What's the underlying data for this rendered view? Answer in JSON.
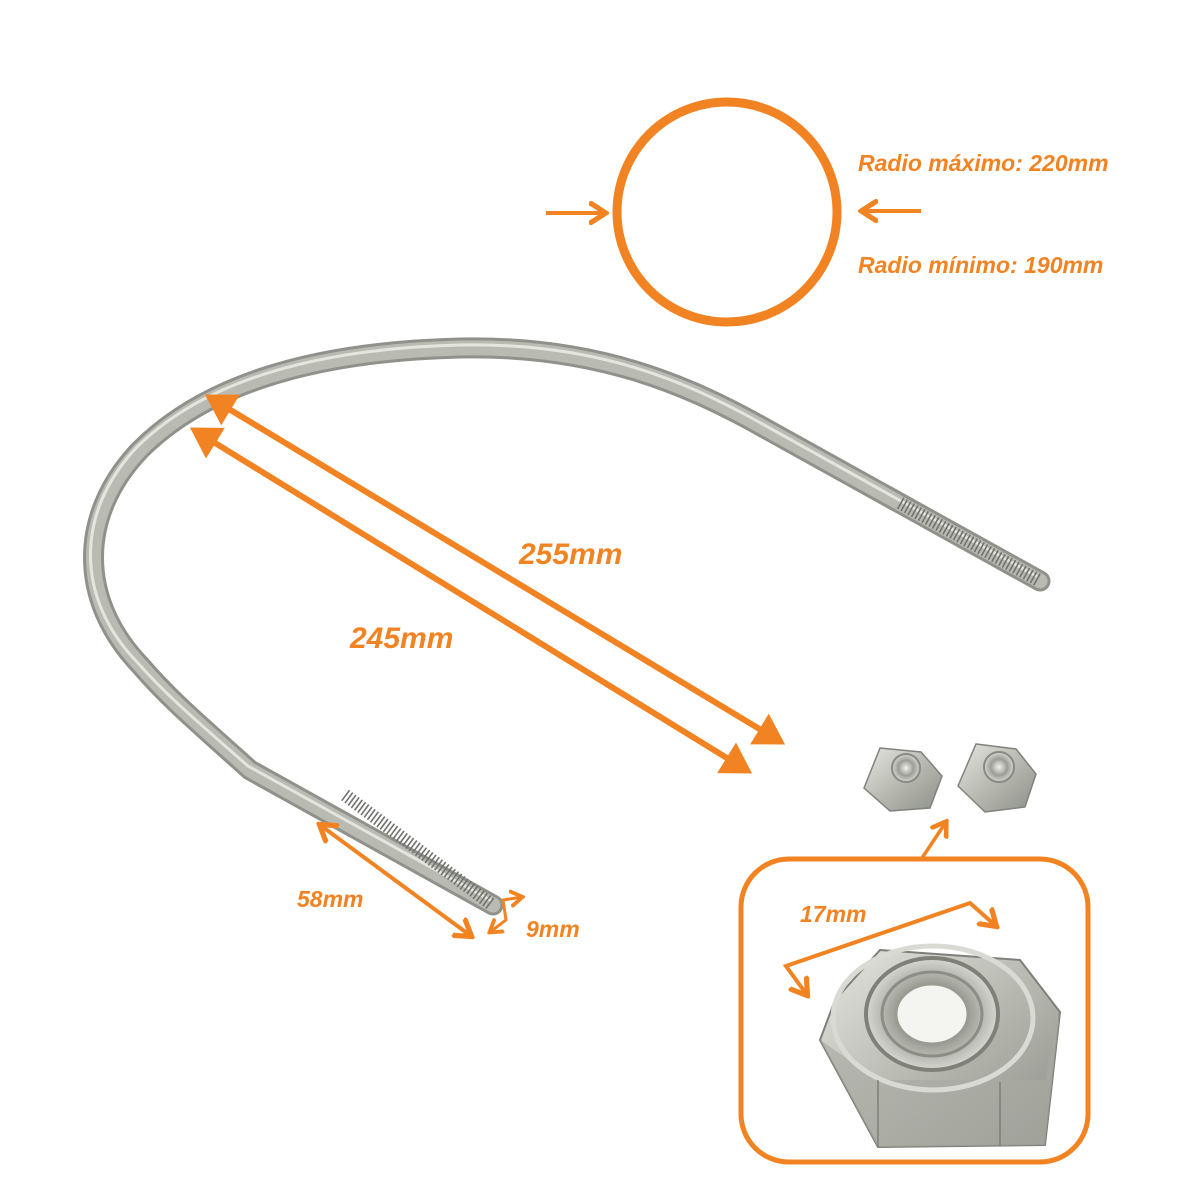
{
  "colors": {
    "accent": "#f28322",
    "metal": "#b9bbb3",
    "metal_dark": "#8f928a",
    "metal_light": "#e2e3dd"
  },
  "pipe": {
    "radio_max": "Radio máximo: 220mm",
    "radio_min": "Radio mínimo: 190mm"
  },
  "bolt": {
    "length_outer": "255mm",
    "length_inner": "245mm",
    "thread_length": "58mm",
    "rod_diameter": "9mm"
  },
  "nut": {
    "width": "17mm",
    "count": 2
  }
}
